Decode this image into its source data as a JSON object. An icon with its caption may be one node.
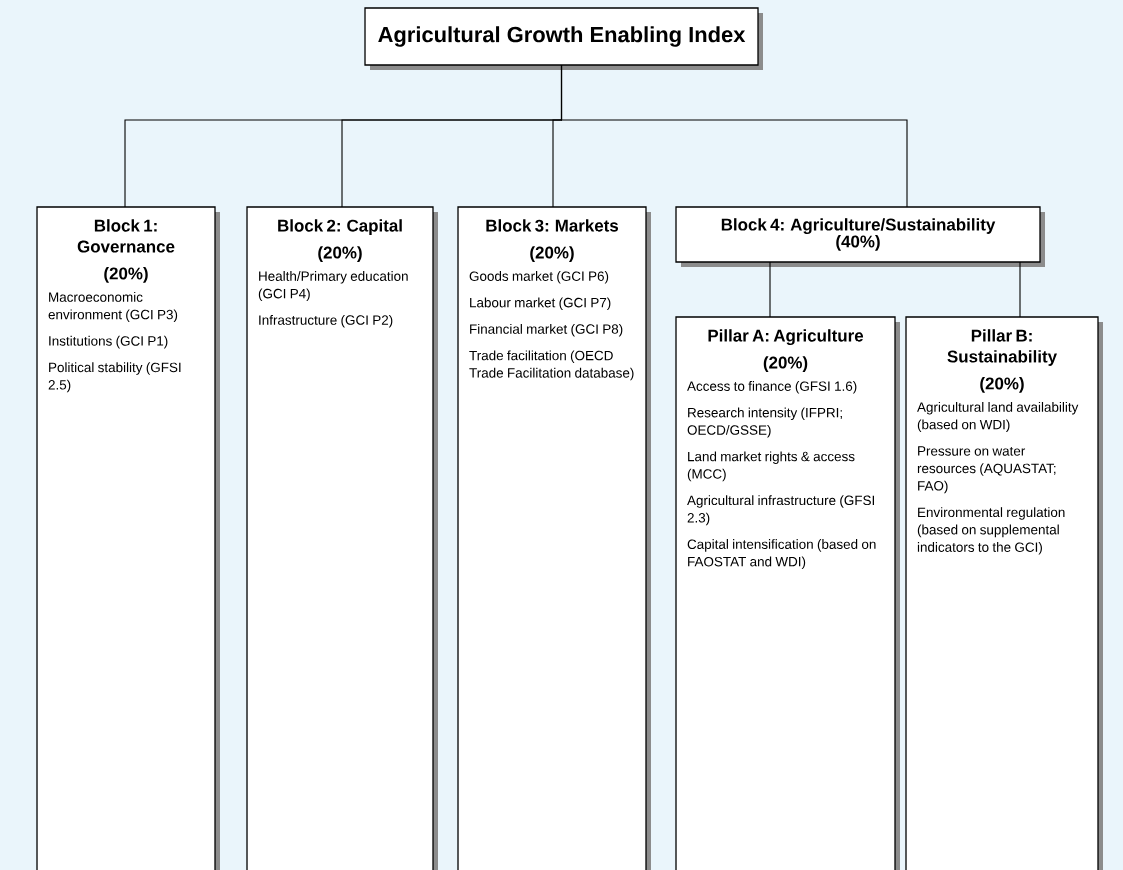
{
  "diagram": {
    "nodes": [
      {
        "text": [
          "Agricultural Growth Enabling Index"
        ]
      },
      {
        "text": [
          "Block 1: Governance",
          "(20%)",
          "Macroeconomic environment (GCI P3)",
          "Institutions (GCI P1)",
          "Political stability (GFSI 2.5)"
        ]
      },
      {
        "text": [
          "Block 2: Capital",
          "(20%)",
          "Health/Primary education (GCI P4)",
          "Infrastructure (GCI P2)"
        ]
      },
      {
        "text": [
          "Block 3: Markets",
          "(20%)",
          "Goods market (GCI P6)",
          "Labour market (GCI P7)",
          "Financial market (GCI P8)",
          "Trade facilitation (OECD Trade Facilitation database)"
        ]
      },
      {
        "text": [
          "Block 4: Agriculture/Sustainability",
          "(40%)"
        ]
      },
      {
        "text": [
          "Pillar A: Agriculture",
          "(20%)",
          "Access to finance (GFSI 1.6)",
          "Research intensity (IFPRI; OECD/GSSE)",
          "Land market rights & access (MCC)",
          "Agricultural infrastructure (GFSI 2.3)",
          "Capital intensification (based on FAOSTAT and WDI)"
        ]
      },
      {
        "text": [
          "Pillar B: Sustainability",
          "(20%)",
          "Agricultural land availability (based on WDI)",
          "Pressure on water resources (AQUASTAT; FAO)",
          "Environmental regulation (based on supplemental indicators to the GCI)"
        ]
      }
    ],
    "edges": [
      {
        "from": 0,
        "to": 1,
        "arrow": "none"
      },
      {
        "from": 0,
        "to": 2,
        "arrow": "none"
      },
      {
        "from": 0,
        "to": 3,
        "arrow": "none"
      },
      {
        "from": 0,
        "to": 4,
        "arrow": "none"
      },
      {
        "from": 4,
        "to": 5,
        "arrow": "none"
      },
      {
        "from": 4,
        "to": 6,
        "arrow": "none"
      }
    ]
  }
}
